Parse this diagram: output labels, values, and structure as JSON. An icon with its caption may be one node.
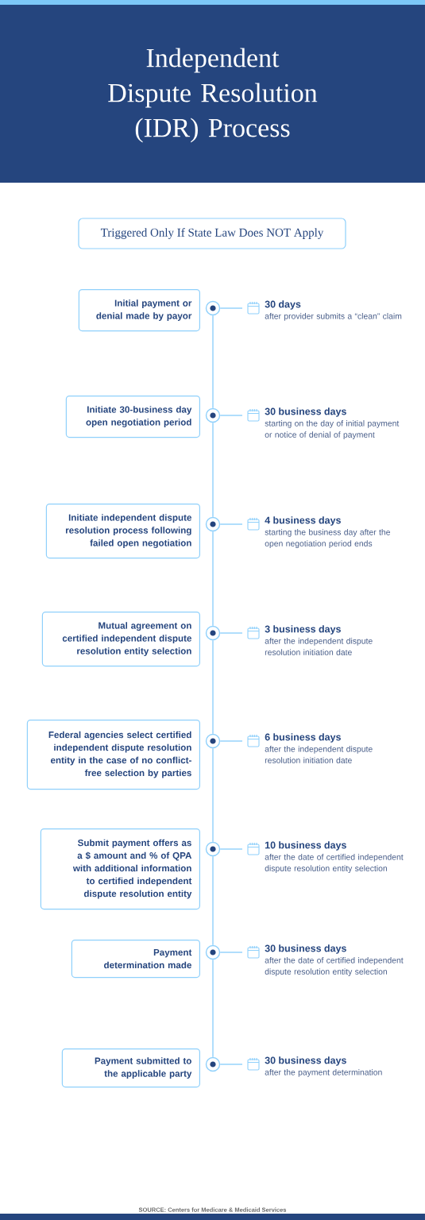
{
  "diagram": {
    "title": "Independent Dispute Resolution (IDR) Process",
    "nodes": [
      {
        "text": [
          "Triggered Only If State Law Does NOT Apply"
        ]
      },
      {
        "text": [
          "Initial payment or denial made by payor"
        ]
      },
      {
        "text": [],
        "shape": "circle"
      },
      {
        "text": [
          "30 days",
          "after provider submits a “clean” claim"
        ]
      },
      {
        "text": [
          "Initiate 30-business day open negotiation period"
        ]
      },
      {
        "text": [],
        "shape": "circle"
      },
      {
        "text": [
          "30 business days",
          "starting on the day of initial payment or notice of denial of payment"
        ]
      },
      {
        "text": [
          "Initiate independent dispute resolution process following failed open negotiation"
        ]
      },
      {
        "text": [],
        "shape": "circle"
      },
      {
        "text": [
          "4 business days",
          "starting the business day after the open negotiation period ends"
        ]
      },
      {
        "text": [
          "Mutual agreement on certified independent dispute resolution entity selection"
        ]
      },
      {
        "text": [],
        "shape": "circle"
      },
      {
        "text": [
          "3 business days",
          "after the independent dispute resolution initiation date"
        ]
      },
      {
        "text": [
          "Federal agencies select certified independent dispute resolution entity in the case of no conflict-free selection by parties"
        ]
      },
      {
        "text": [],
        "shape": "circle"
      },
      {
        "text": [
          "6 business days",
          "after the independent dispute resolution initiation date"
        ]
      },
      {
        "text": [
          "Submit payment offers as a $ amount and % of QPA with additional information to certified independent dispute resolution entity"
        ]
      },
      {
        "text": [],
        "shape": "circle"
      },
      {
        "text": [
          "10 business days",
          "after the date of certified independent dispute resolution entity selection"
        ]
      },
      {
        "text": [
          "Payment determination made"
        ]
      },
      {
        "text": [],
        "shape": "circle"
      },
      {
        "text": [
          "30 business days",
          "after the date of certified independent dispute resolution entity selection"
        ]
      },
      {
        "text": [
          "Payment submitted to the applicable party"
        ]
      },
      {
        "text": [],
        "shape": "circle"
      },
      {
        "text": [
          "30 business days",
          "after the payment determination"
        ]
      }
    ],
    "edges": [
      {
        "from": 2,
        "to": 3,
        "arrow": "none"
      },
      {
        "from": 2,
        "to": 5,
        "arrow": "none"
      },
      {
        "from": 5,
        "to": 6,
        "arrow": "none"
      },
      {
        "from": 5,
        "to": 8,
        "arrow": "none"
      },
      {
        "from": 8,
        "to": 9,
        "arrow": "none"
      },
      {
        "from": 8,
        "to": 11,
        "arrow": "none"
      },
      {
        "from": 11,
        "to": 12,
        "arrow": "none"
      },
      {
        "from": 11,
        "to": 14,
        "arrow": "none"
      },
      {
        "from": 14,
        "to": 15,
        "arrow": "none"
      },
      {
        "from": 14,
        "to": 17,
        "arrow": "none"
      },
      {
        "from": 17,
        "to": 18,
        "arrow": "none"
      },
      {
        "from": 17,
        "to": 20,
        "arrow": "none"
      },
      {
        "from": 20,
        "to": 21,
        "arrow": "none"
      },
      {
        "from": 20,
        "to": 23,
        "arrow": "none"
      },
      {
        "from": 23,
        "to": 24,
        "arrow": "none"
      }
    ],
    "labels": [
      "SOURCE: Centers for Medicare & Medicaid Services"
    ]
  }
}
